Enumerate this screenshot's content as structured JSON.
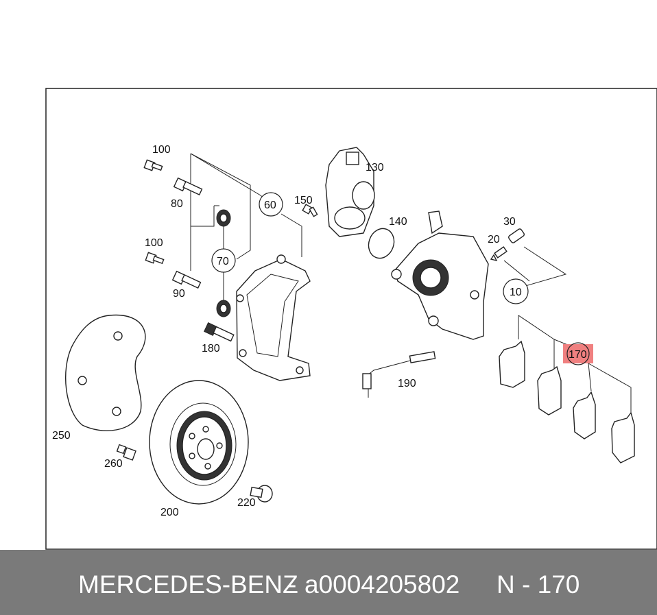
{
  "diagram": {
    "labels": {
      "l100a": "100",
      "l80": "80",
      "l60": "60",
      "l150": "150",
      "l130": "130",
      "l140": "140",
      "l30": "30",
      "l20": "20",
      "l10": "10",
      "l100b": "100",
      "l70": "70",
      "l90": "90",
      "l180": "180",
      "l170": "170",
      "l190": "190",
      "l250": "250",
      "l260": "260",
      "l200": "200",
      "l220": "220"
    },
    "highlight_color": "#f08080"
  },
  "footer": {
    "brand": "MERCEDES-BENZ",
    "separator": "-",
    "part_number": "a0004205802",
    "position": "N - 170"
  }
}
